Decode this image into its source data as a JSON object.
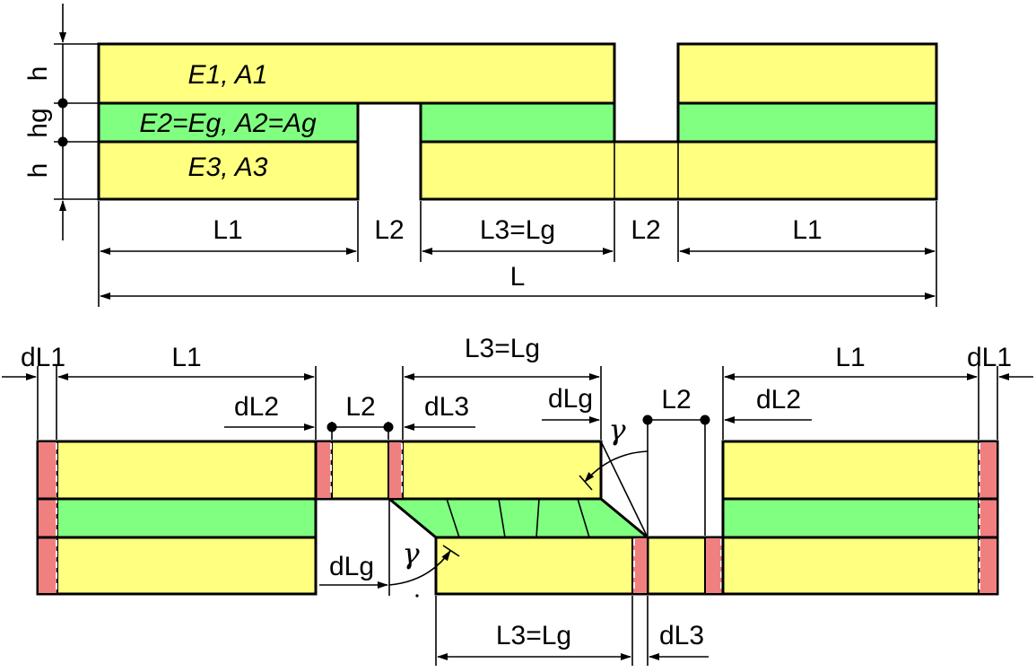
{
  "top": {
    "layer_labels": {
      "top": "E1, A1",
      "middle": "E2=Eg, A2=Ag",
      "bottom": "E3, A3"
    },
    "thickness_labels": {
      "h_top": "h",
      "hg": "hg",
      "h_bottom": "h"
    },
    "dims": {
      "L1_left": "L1",
      "L2_left": "L2",
      "L3": "L3=Lg",
      "L2_right": "L2",
      "L1_right": "L1",
      "L_total": "L"
    }
  },
  "bottom": {
    "dims": {
      "dL1_left": "dL1",
      "L1_left": "L1",
      "L3_top": "L3=Lg",
      "L1_right": "L1",
      "dL1_right": "dL1",
      "dL2_left": "dL2",
      "L2_left": "L2",
      "dL3_top": "dL3",
      "dLg_top": "dLg",
      "L2_right": "L2",
      "dL2_right": "dL2",
      "dLg_bottom": "dLg",
      "L3_bottom": "L3=Lg",
      "dL3_bottom": "dL3"
    },
    "angle_top": "γ",
    "angle_bottom": "γ"
  },
  "colors": {
    "outer_layer": "#ffff80",
    "core_layer": "#80ff80",
    "element_boundary": "#f08080",
    "outline": "#000000"
  }
}
